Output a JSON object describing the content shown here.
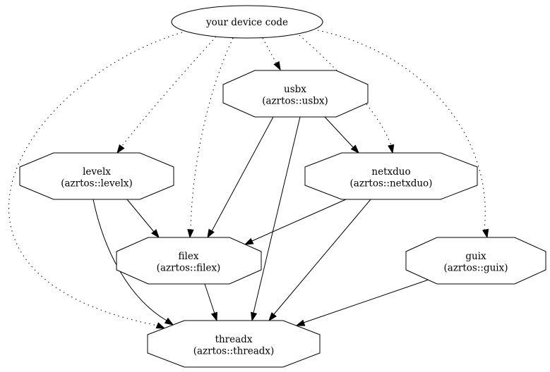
{
  "root": {
    "label": "your device code",
    "shape": "ellipse"
  },
  "nodes": [
    {
      "id": "usbx",
      "label": "usbx",
      "sublabel": "(azrtos::usbx)",
      "shape": "octagon"
    },
    {
      "id": "levelx",
      "label": "levelx",
      "sublabel": "(azrtos::levelx)",
      "shape": "octagon"
    },
    {
      "id": "netxduo",
      "label": "netxduo",
      "sublabel": "(azrtos::netxduo)",
      "shape": "octagon"
    },
    {
      "id": "filex",
      "label": "filex",
      "sublabel": "(azrtos::filex)",
      "shape": "octagon"
    },
    {
      "id": "guix",
      "label": "guix",
      "sublabel": "(azrtos::guix)",
      "shape": "octagon"
    },
    {
      "id": "threadx",
      "label": "threadx",
      "sublabel": "(azrtos::threadx)",
      "shape": "octagon"
    }
  ],
  "edges": [
    {
      "from": "your device code",
      "to": "usbx",
      "style": "dotted"
    },
    {
      "from": "your device code",
      "to": "levelx",
      "style": "dotted"
    },
    {
      "from": "your device code",
      "to": "filex",
      "style": "dotted"
    },
    {
      "from": "your device code",
      "to": "netxduo",
      "style": "dotted"
    },
    {
      "from": "your device code",
      "to": "guix",
      "style": "dotted"
    },
    {
      "from": "your device code",
      "to": "threadx",
      "style": "dotted"
    },
    {
      "from": "usbx",
      "to": "netxduo",
      "style": "solid"
    },
    {
      "from": "usbx",
      "to": "filex",
      "style": "solid"
    },
    {
      "from": "usbx",
      "to": "threadx",
      "style": "solid"
    },
    {
      "from": "levelx",
      "to": "filex",
      "style": "solid"
    },
    {
      "from": "levelx",
      "to": "threadx",
      "style": "solid"
    },
    {
      "from": "netxduo",
      "to": "filex",
      "style": "solid"
    },
    {
      "from": "netxduo",
      "to": "threadx",
      "style": "solid"
    },
    {
      "from": "filex",
      "to": "threadx",
      "style": "solid"
    },
    {
      "from": "guix",
      "to": "threadx",
      "style": "solid"
    }
  ],
  "colors": {
    "stroke": "#000000",
    "node_fill": "#ffffff",
    "background": "#ffffff",
    "text": "#000000"
  }
}
